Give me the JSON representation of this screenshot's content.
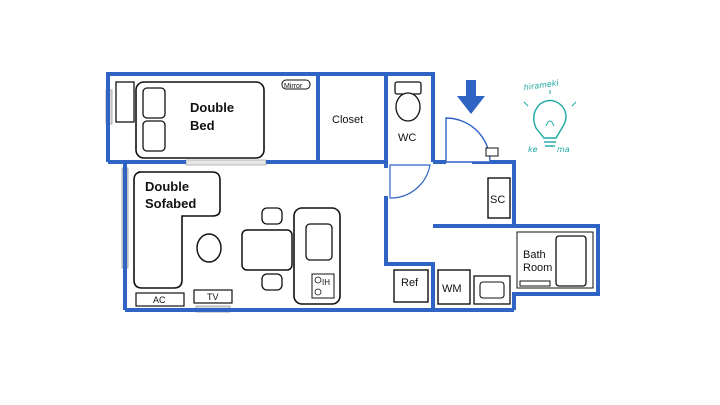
{
  "colors": {
    "wall": "#2f63c4",
    "furniture_stroke": "#111111",
    "window": "#c8c8c8",
    "logo": "#1aa8a0",
    "background": "#ffffff"
  },
  "rooms": {
    "bedroom": {
      "bed_label_line1": "Double",
      "bed_label_line2": "Bed",
      "mirror_label": "Mirror"
    },
    "closet": {
      "label": "Closet"
    },
    "wc": {
      "label": "WC"
    },
    "living": {
      "sofabed_label_line1": "Double",
      "sofabed_label_line2": "Sofabed",
      "ac_label": "AC",
      "tv_label": "TV"
    },
    "kitchen": {
      "ih_label": "IH",
      "ref_label": "Ref",
      "wm_label": "WM"
    },
    "entrance": {
      "sc_label": "SC"
    },
    "bath": {
      "label_line1": "Bath",
      "label_line2": "Room"
    }
  },
  "logo": {
    "text_top": "hirameki",
    "text_bottom_left": "ke",
    "text_bottom_right": "ma",
    "icon": "lightbulb-icon"
  },
  "entry_arrow": {
    "icon": "arrow-down-icon",
    "color": "#2f63c4"
  }
}
